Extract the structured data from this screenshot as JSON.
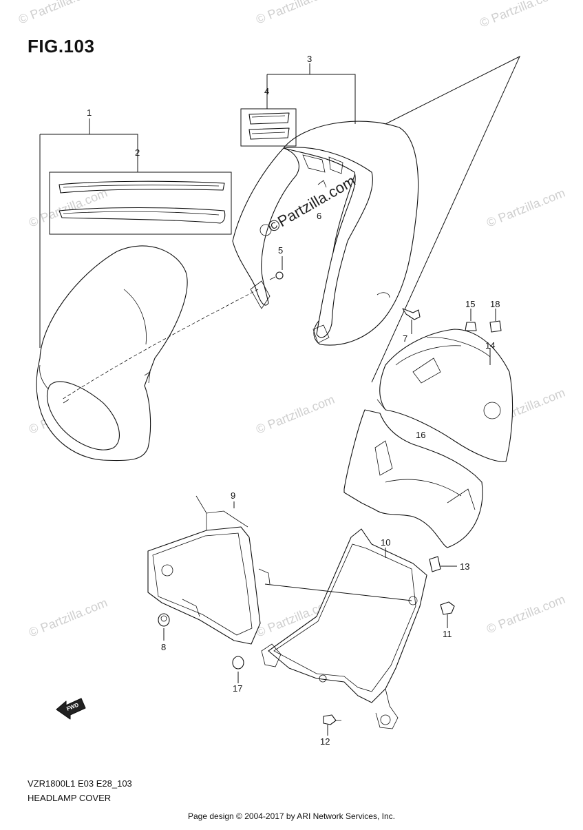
{
  "figure": {
    "title": "FIG.103"
  },
  "footer": {
    "model_code": "VZR1800L1 E03 E28_103",
    "section_name": "HEADLAMP COVER",
    "copyright": "Page design © 2004-2017 by ARI Network Services, Inc."
  },
  "watermark": {
    "text": "© Partzilla.com"
  },
  "center_watermark": {
    "text": "©Partzilla.com"
  },
  "fwd_label": "FWD",
  "callouts": [
    "1",
    "2",
    "3",
    "4",
    "5",
    "6",
    "7",
    "8",
    "9",
    "10",
    "11",
    "12",
    "13",
    "14",
    "15",
    "16",
    "17",
    "18"
  ]
}
